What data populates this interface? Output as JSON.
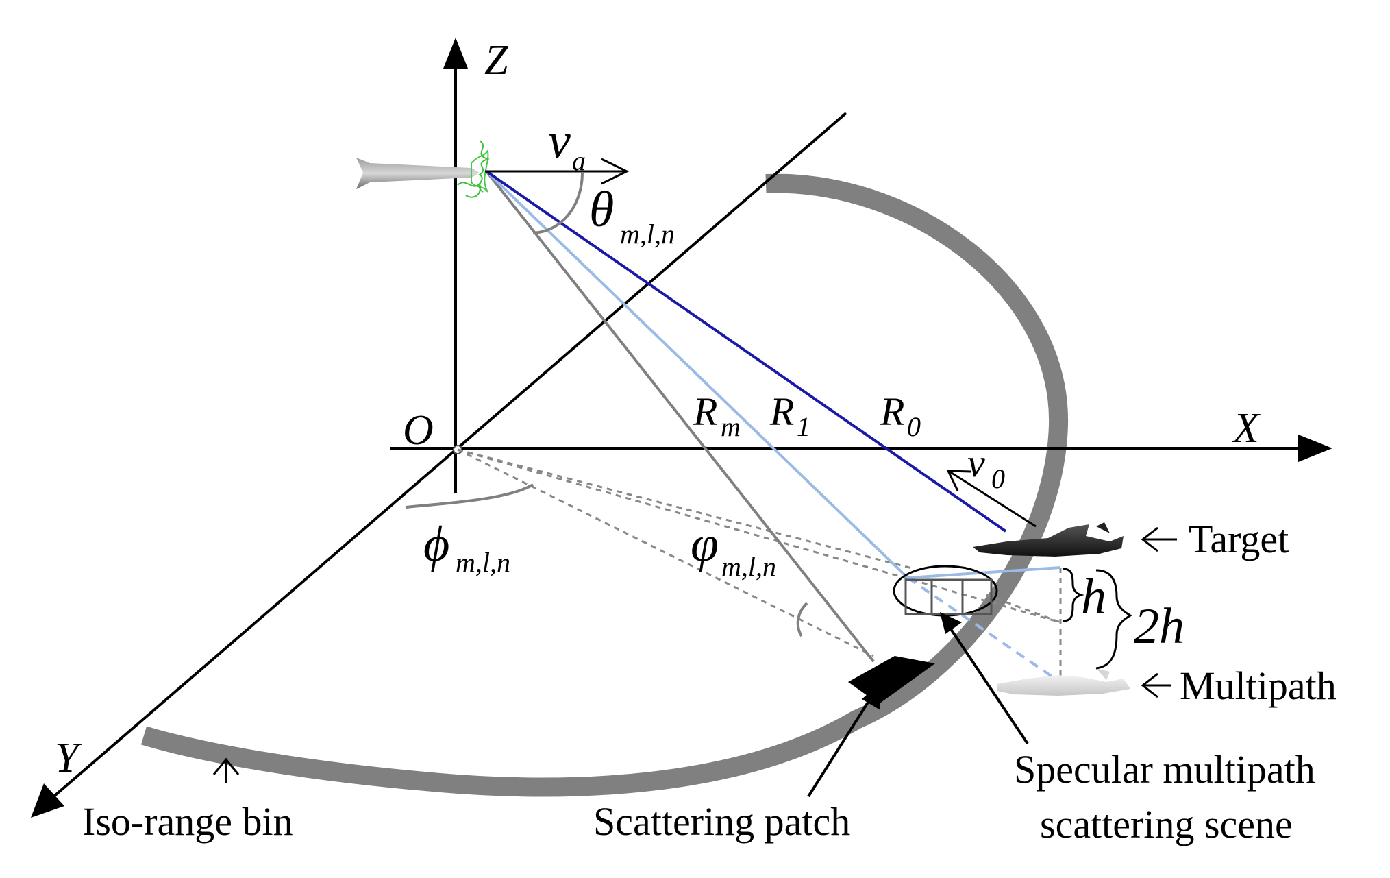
{
  "axes": {
    "z": "Z",
    "x": "X",
    "y": "Y",
    "origin": "O"
  },
  "symbols": {
    "platform_velocity": {
      "main": "v",
      "sub": "a"
    },
    "target_velocity": {
      "main": "v",
      "sub": "0"
    },
    "elevation_angle": {
      "main": "θ",
      "sub": "m,l,n"
    },
    "azimuth_angle": {
      "main": "ϕ",
      "sub": "m,l,n"
    },
    "cone_angle": {
      "main": "φ",
      "sub": "m,l,n"
    },
    "range_m": {
      "main": "R",
      "sub": "m"
    },
    "range_1": {
      "main": "R",
      "sub": "1"
    },
    "range_0": {
      "main": "R",
      "sub": "0"
    },
    "height": "h",
    "double_height": "2h"
  },
  "labels": {
    "target": "Target",
    "multipath": "Multipath",
    "specular_line1": "Specular multipath",
    "specular_line2": "scattering scene",
    "scattering_patch": "Scattering patch",
    "iso_range_bin": "Iso-range bin"
  },
  "colors": {
    "axis": "#000000",
    "iso_range_ring": "#808080",
    "direct_path": "#1a1aa8",
    "multipath_ray": "#9bbbe6",
    "clutter_ray": "#808080",
    "scattering_patch": "#000000",
    "dashed": "#888888"
  }
}
